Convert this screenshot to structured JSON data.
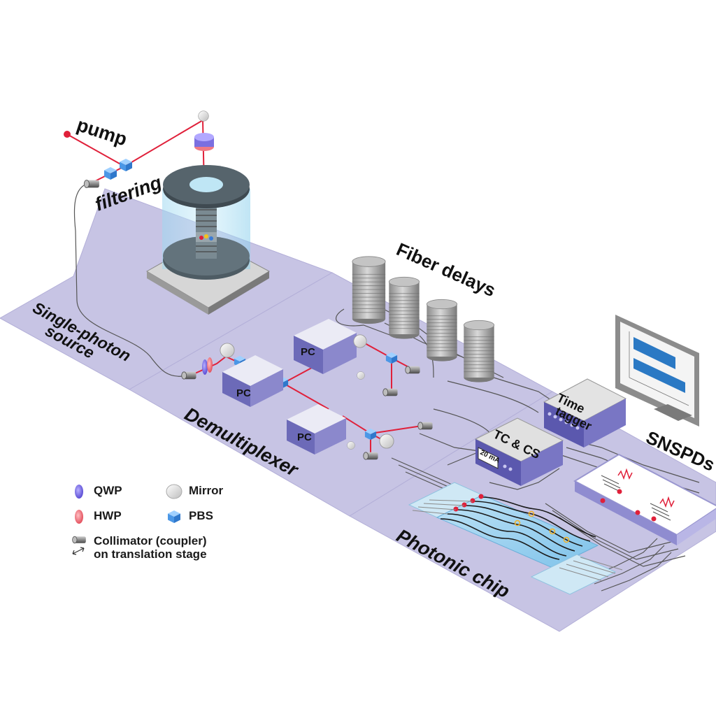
{
  "labels": {
    "pump": "pump",
    "filtering": "filtering",
    "source_line1": "Single-photon",
    "source_line2": "source",
    "fiber_delays": "Fiber delays",
    "demultiplexer": "Demultiplexer",
    "photonic_chip": "Photonic chip",
    "time_tagger_line1": "Time",
    "time_tagger_line2": "tagger",
    "tc_cs": "TC & CS",
    "tc_display": "20 mA",
    "snspds": "SNSPDs",
    "pc": "PC"
  },
  "legend": {
    "qwp": "QWP",
    "hwp": "HWP",
    "mirror": "Mirror",
    "pbs": "PBS",
    "collimator_line1": "Collimator (coupler)",
    "collimator_line2": "on translation stage"
  },
  "colors": {
    "platform": "#c7c4e4",
    "platform_edge": "#b3afd8",
    "laser": "#e0203a",
    "pc_top": "#ebebf5",
    "pc_side": "#6c6ab8",
    "pbs": "#5aa6f0",
    "qwp": "#7b6fe0",
    "hwp": "#f0707a",
    "fiber": "#555555"
  },
  "icons": [
    "pump-dot-icon",
    "pbs-cube-icon",
    "mirror-icon",
    "qwp-icon",
    "hwp-icon",
    "collimator-icon",
    "fiber-spool-icon",
    "monitor-icon"
  ]
}
